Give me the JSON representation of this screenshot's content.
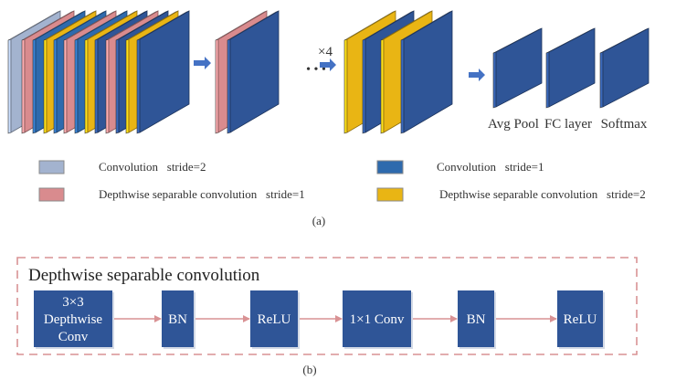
{
  "colors": {
    "conv_stride2": "#a3b3cf",
    "conv_stride1": "#2e6aad",
    "dw_stride1": "#d98b8e",
    "dw_stride2": "#e9b514",
    "dark_blue": "#2f5597",
    "arrow_blue": "#4472c4",
    "flow_arrow": "#d99294",
    "dash_border": "#d99294"
  },
  "part_a": {
    "stack1_layers": [
      "conv_stride2",
      "dw_stride1",
      "conv_stride1",
      "dw_stride2",
      "conv_stride1",
      "dw_stride1",
      "conv_stride1",
      "dw_stride2",
      "dark_blue",
      "dw_stride1",
      "dark_blue",
      "dw_stride2",
      "dark_blue"
    ],
    "stack2_layers": [
      "dw_stride1",
      "dark_blue"
    ],
    "repeat_label": "×4",
    "ellipsis": "• • •",
    "stack3_layers": [
      "dw_stride2",
      "dark_blue",
      "dw_stride2",
      "dark_blue"
    ],
    "final_layers": [
      {
        "label": "Avg Pool"
      },
      {
        "label": "FC layer"
      },
      {
        "label": "Softmax"
      }
    ],
    "legend": [
      {
        "key": "conv_stride2",
        "text": "Convolution   stride=2"
      },
      {
        "key": "dw_stride1",
        "text": "Depthwise separable convolution   stride=1"
      },
      {
        "key": "conv_stride1",
        "text": "Convolution   stride=1"
      },
      {
        "key": "dw_stride2",
        "text": "Depthwise separable convolution   stride=2"
      }
    ],
    "caption": "(a)"
  },
  "part_b": {
    "title": "Depthwise separable convolution",
    "blocks": [
      {
        "lines": [
          "3×3",
          "Depthwise",
          "Conv"
        ]
      },
      {
        "lines": [
          "BN"
        ]
      },
      {
        "lines": [
          "ReLU"
        ]
      },
      {
        "lines": [
          "1×1 Conv"
        ]
      },
      {
        "lines": [
          "BN"
        ]
      },
      {
        "lines": [
          "ReLU"
        ]
      }
    ],
    "caption": "(b)"
  }
}
